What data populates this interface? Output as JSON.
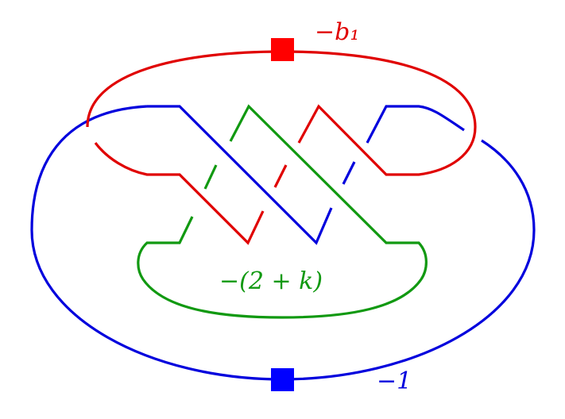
{
  "diagram": {
    "components": [
      {
        "id": "red",
        "label": "−b₁",
        "color": "#e00000"
      },
      {
        "id": "green",
        "label": "−(2 + k)",
        "color": "#119911"
      },
      {
        "id": "blue",
        "label": "−1",
        "color": "#0000dd"
      }
    ],
    "markers": [
      {
        "component": "red",
        "shape": "square"
      },
      {
        "component": "blue",
        "shape": "square"
      }
    ]
  }
}
